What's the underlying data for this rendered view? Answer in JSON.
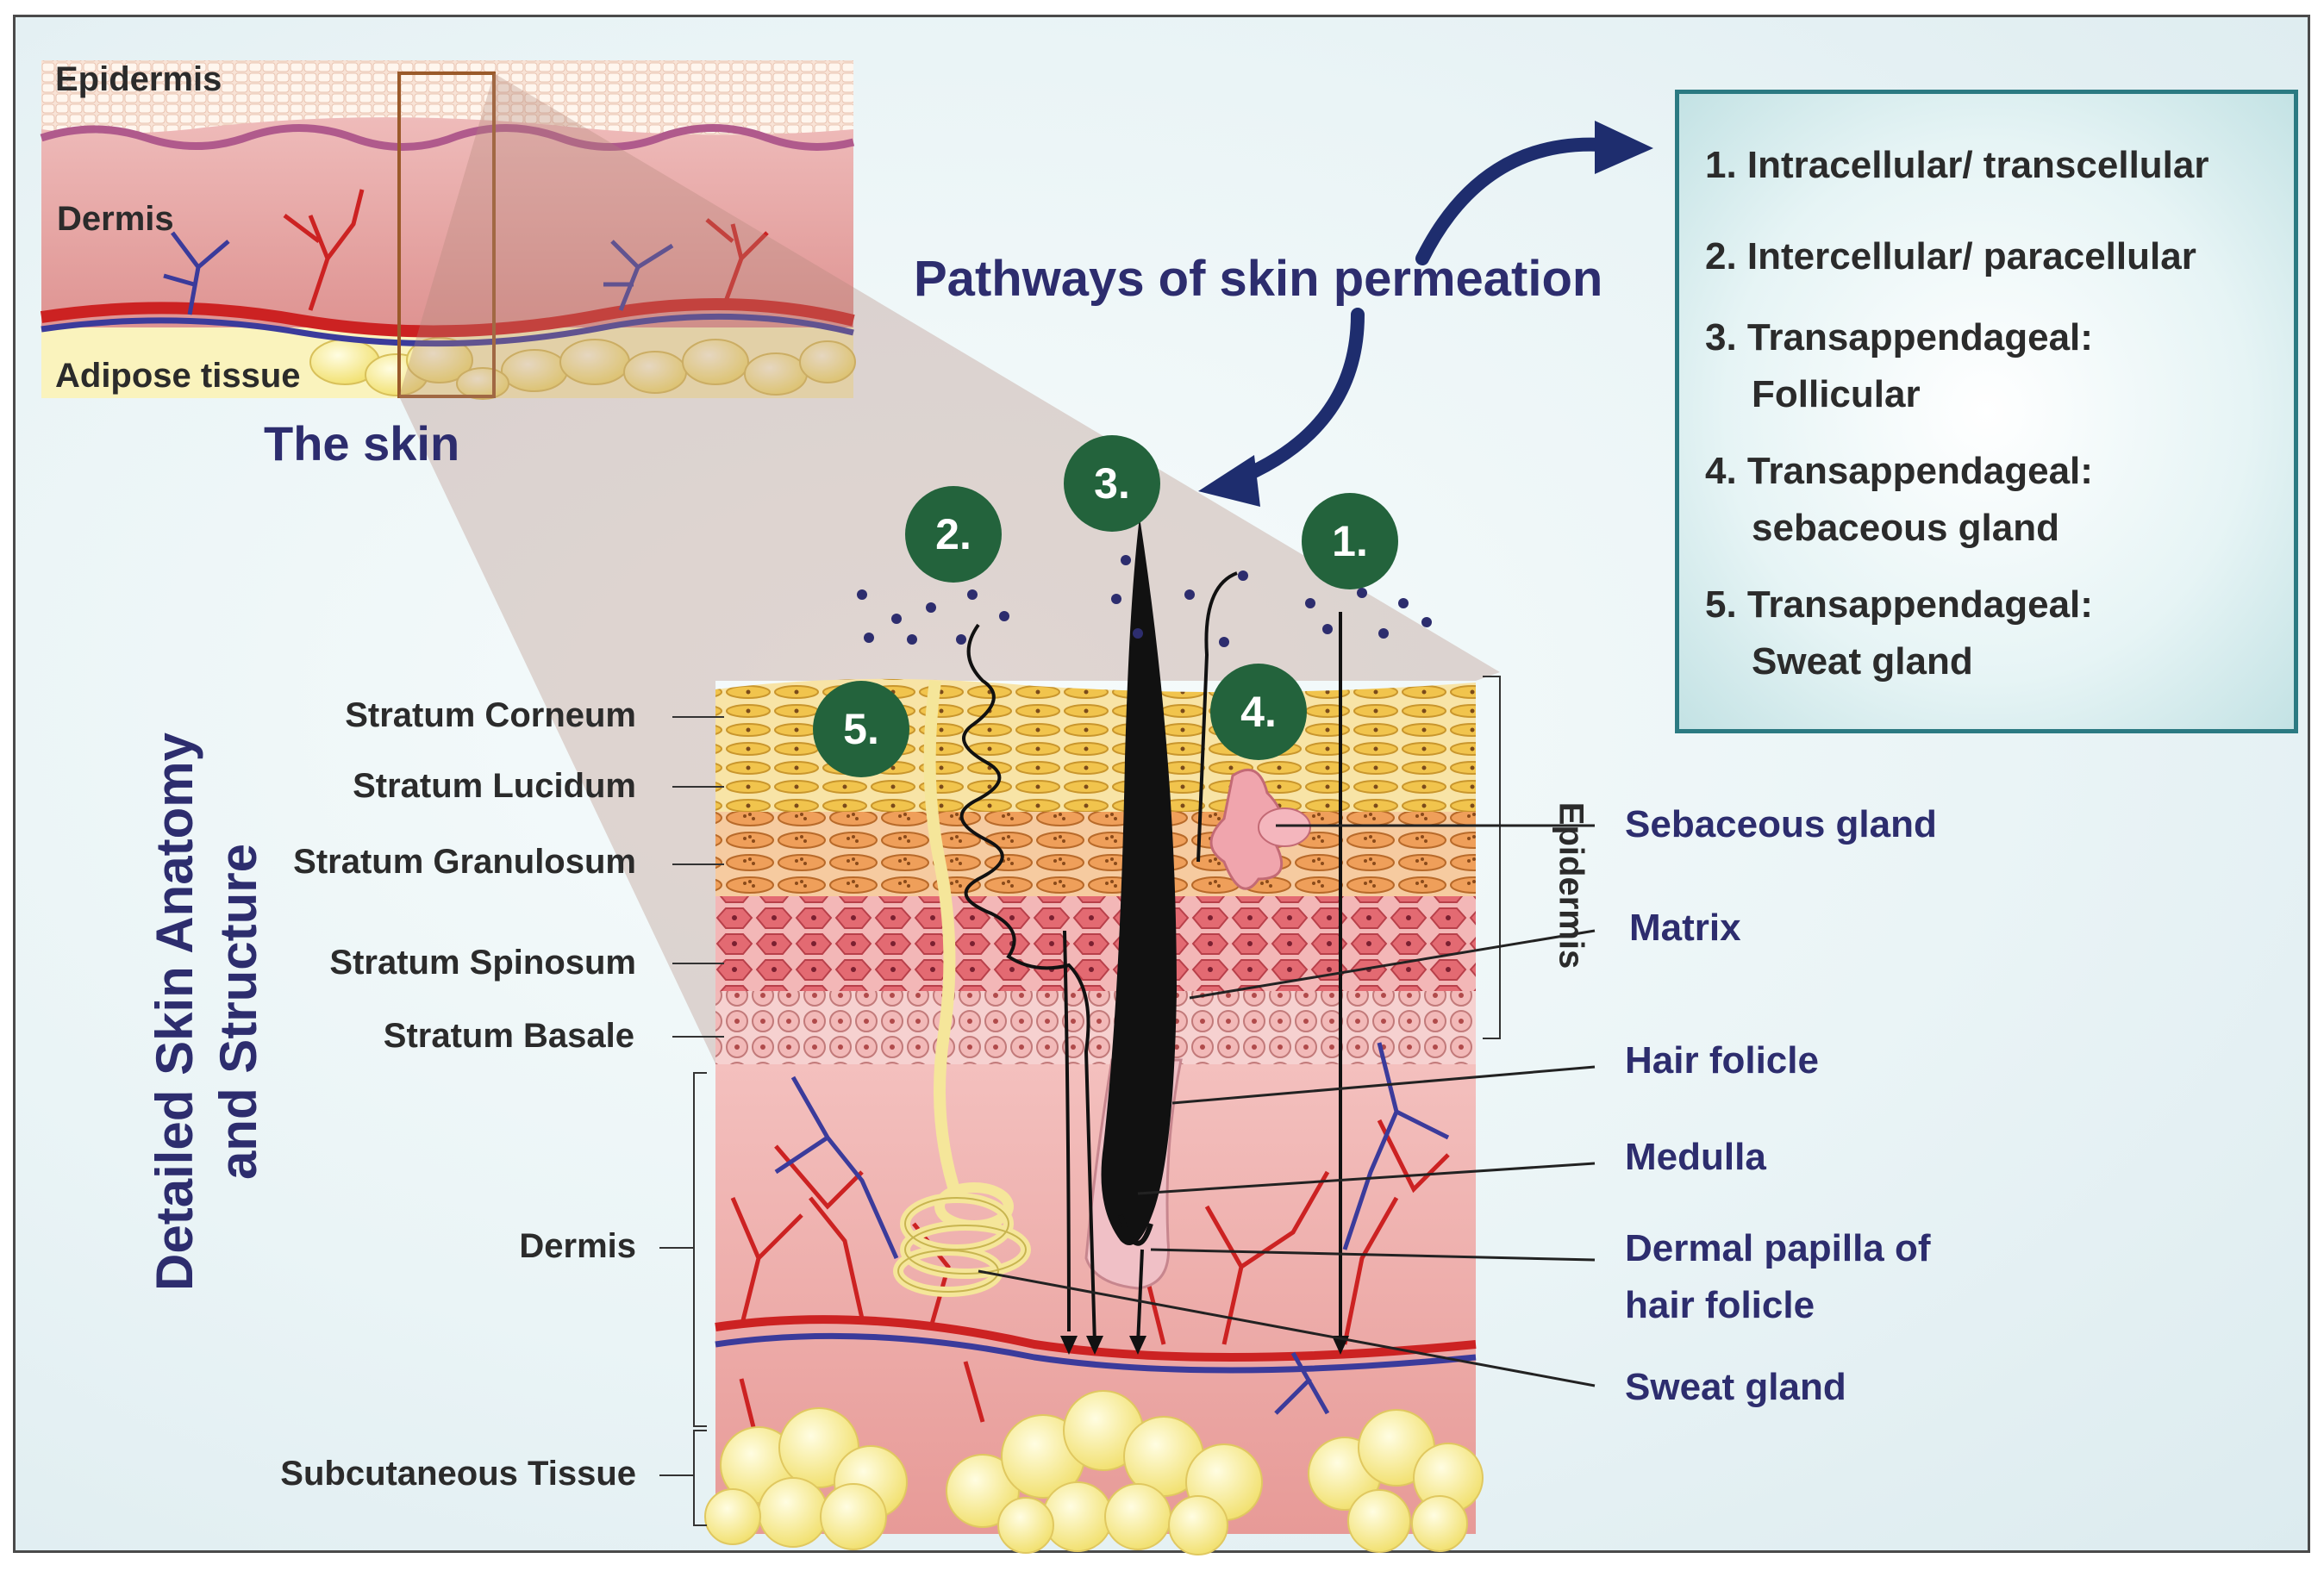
{
  "colors": {
    "title_navy": "#2d2d6e",
    "badge_green": "#23633c",
    "legend_border": "#2b7a82",
    "blood_red": "#cc2222",
    "vein_blue": "#3b3b9b"
  },
  "title": "Pathways of skin permeation",
  "vertical_title": "Detailed Skin Anatomy and Structure",
  "inset": {
    "title": "The skin",
    "labels": {
      "epidermis": "Epidermis",
      "dermis": "Dermis",
      "adipose": "Adipose tissue"
    }
  },
  "layers_left": [
    "Stratum Corneum",
    "Stratum Lucidum",
    "Stratum Granulosum",
    "Stratum Spinosum",
    "Stratum Basale",
    "Dermis",
    "Subcutaneous Tissue"
  ],
  "epidermis_bracket": "Epidermis",
  "structures_right": [
    "Sebaceous gland",
    "Matrix",
    "Hair folicle",
    "Medulla",
    "Dermal papilla of",
    "hair folicle",
    "Sweat gland"
  ],
  "badges": [
    "1.",
    "2.",
    "3.",
    "4.",
    "5."
  ],
  "legend": {
    "items": [
      {
        "line1": "1. Intracellular/ transcellular",
        "line2": ""
      },
      {
        "line1": "2. Intercellular/ paracellular",
        "line2": ""
      },
      {
        "line1": "3. Transappendageal:",
        "line2": "Follicular"
      },
      {
        "line1": "4. Transappendageal:",
        "line2": "sebaceous gland"
      },
      {
        "line1": "5. Transappendageal:",
        "line2": "Sweat gland"
      }
    ]
  }
}
